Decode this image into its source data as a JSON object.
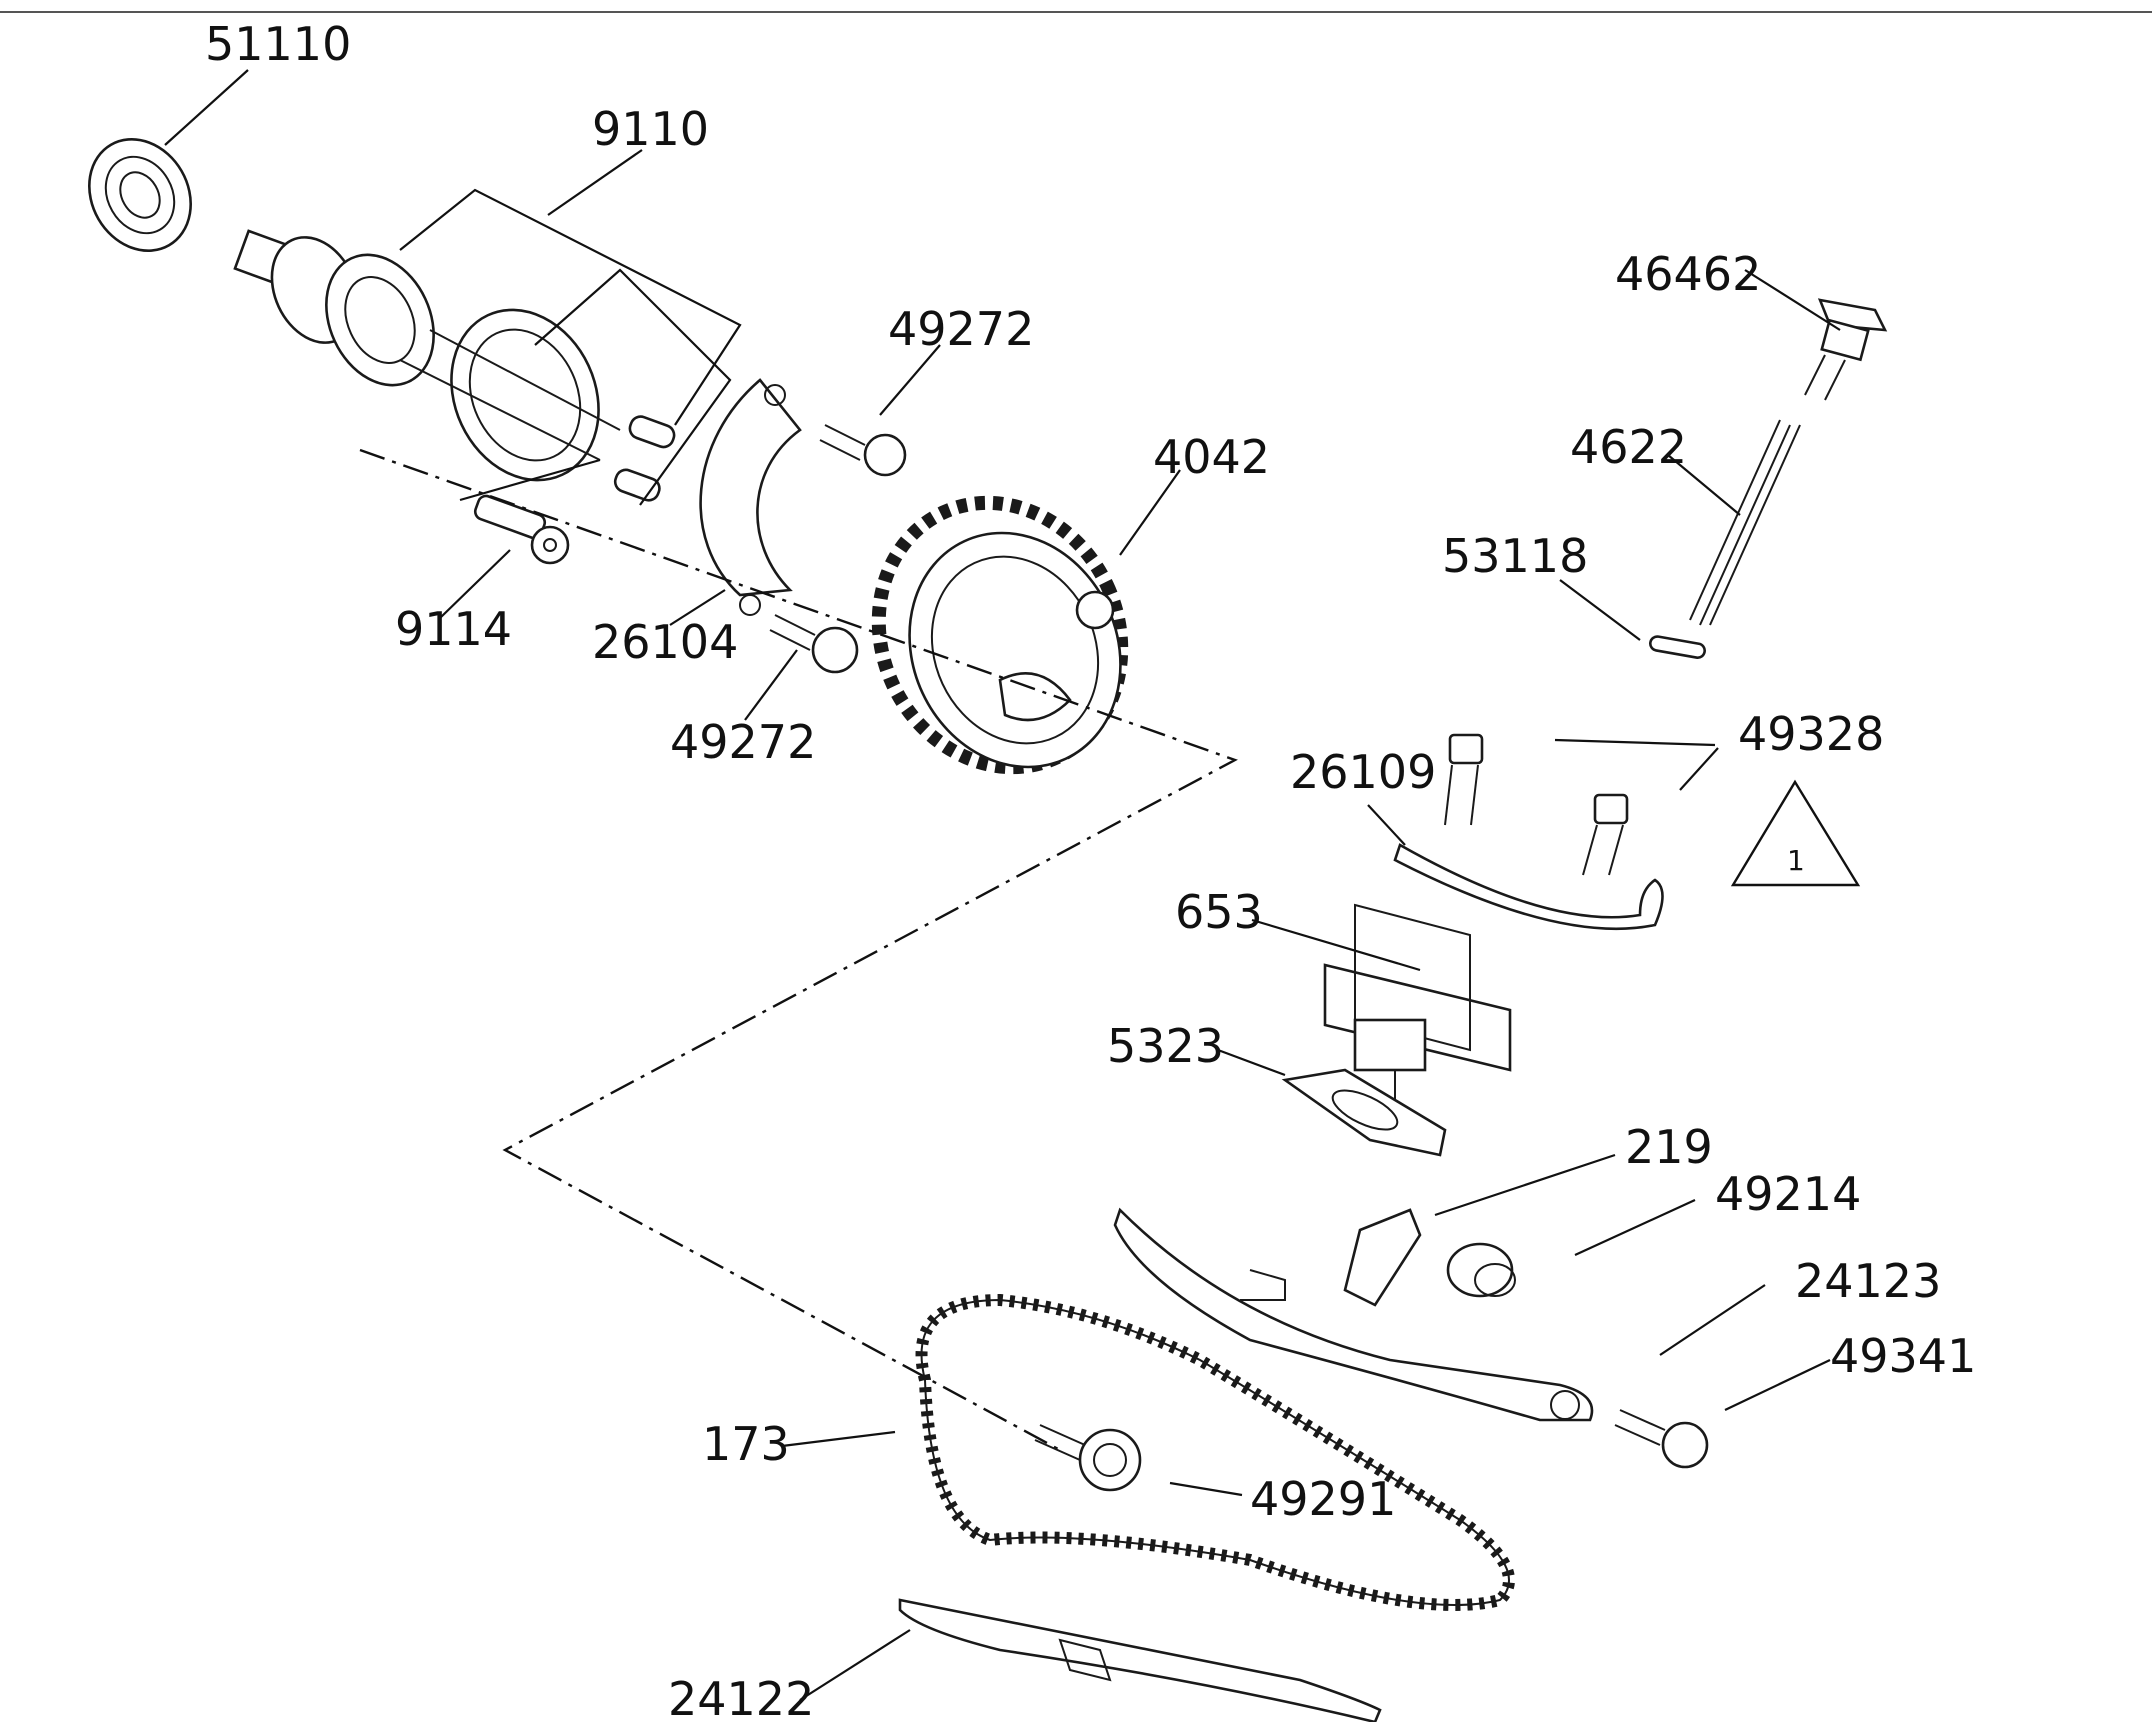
{
  "colors": {
    "background": "#ffffff",
    "ink": "#111111"
  },
  "callouts": {
    "c51110": "51110",
    "c9110": "9110",
    "c9114": "9114",
    "c26104": "26104",
    "c49272_top": "49272",
    "c49272_bottom": "49272",
    "c4042": "4042",
    "c46462": "46462",
    "c4622": "4622",
    "c53118": "53118",
    "c49328": "49328",
    "c26109": "26109",
    "c653": "653",
    "c5323": "5323",
    "c219": "219",
    "c49214": "49214",
    "c24123": "24123",
    "c49341": "49341",
    "c173": "173",
    "c49291": "49291",
    "c24122": "24122"
  },
  "warning_badge": {
    "number": "1",
    "icon": "warning-triangle-icon"
  }
}
